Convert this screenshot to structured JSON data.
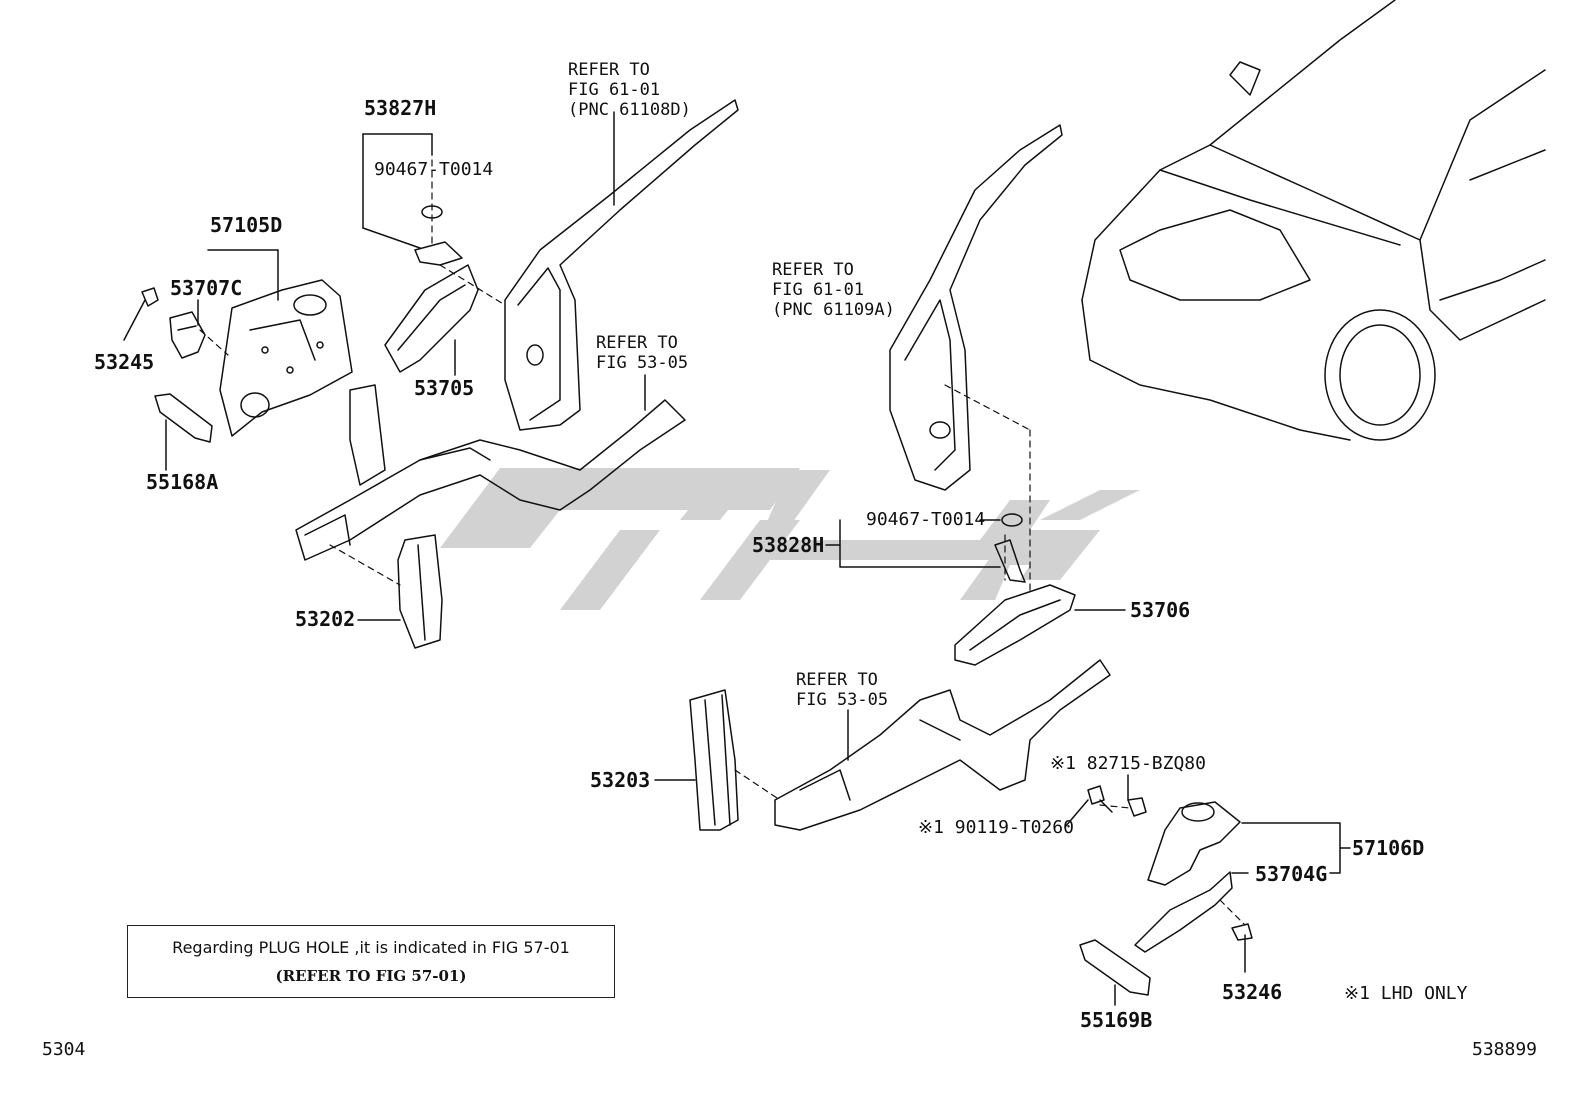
{
  "watermark": {
    "color": "#d2d2d2"
  },
  "labels": {
    "p53827H": "53827H",
    "p90467_top": "90467-T0014",
    "p57105D": "57105D",
    "p53707C": "53707C",
    "p53245": "53245",
    "p55168A": "55168A",
    "p53705": "53705",
    "p53202": "53202",
    "p53828H": "53828H",
    "p90467_mid": "90467-T0014",
    "p53706": "53706",
    "p53203": "53203",
    "p82715": "※1 82715-BZQ80",
    "p90119": "※1 90119-T0260",
    "p57106D": "57106D",
    "p53704G": "53704G",
    "p53246": "53246",
    "p55169B": "55169B"
  },
  "refs": {
    "ref1": "REFER TO\nFIG 61-01\n(PNC 61108D)",
    "ref2": "REFER TO\nFIG 53-05",
    "ref3": "REFER TO\nFIG 61-01\n(PNC 61109A)",
    "ref4": "REFER TO\nFIG 53-05"
  },
  "note": {
    "line1": "Regarding PLUG HOLE ,it is indicated in FIG 57-01",
    "line2": "(REFER TO FIG 57-01)"
  },
  "lhd_note": "※1 LHD ONLY",
  "footer": {
    "left_code": "5304",
    "right_code": "538899"
  }
}
